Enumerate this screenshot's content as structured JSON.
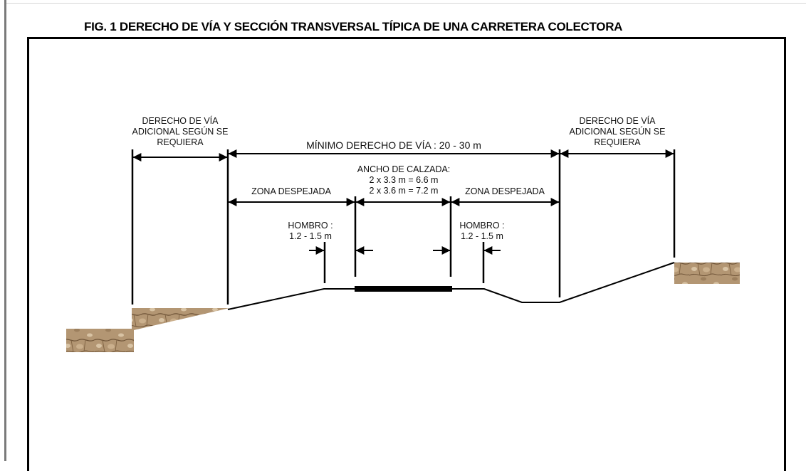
{
  "title": "FIG. 1  DERECHO DE VÍA Y SECCIÓN TRANSVERSAL TÍPICA DE UNA CARRETERA COLECTORA",
  "labels": {
    "row_left": [
      "DERECHO DE VÍA",
      "ADICIONAL SEGÚN SE",
      "REQUIERA"
    ],
    "row_right": [
      "DERECHO DE VÍA",
      "ADICIONAL SEGÚN SE",
      "REQUIERA"
    ],
    "min_row": "MÍNIMO DERECHO DE VÍA : 20 - 30 m",
    "carriageway": [
      "ANCHO DE CALZADA:",
      "2 x 3.3 m = 6.6 m",
      "2 x 3.6 m = 7.2 m"
    ],
    "clear_zone_left": "ZONA DESPEJADA",
    "clear_zone_right": "ZONA DESPEJADA",
    "shoulder_left": [
      "HOMBRO :",
      "1.2 - 1.5 m"
    ],
    "shoulder_right": [
      "HOMBRO :",
      "1.2 - 1.5 m"
    ]
  },
  "colors": {
    "ink": "#000000",
    "soil": "#b39673",
    "soil_dark": "#6e5337",
    "soil_light": "#d8c3a4"
  }
}
